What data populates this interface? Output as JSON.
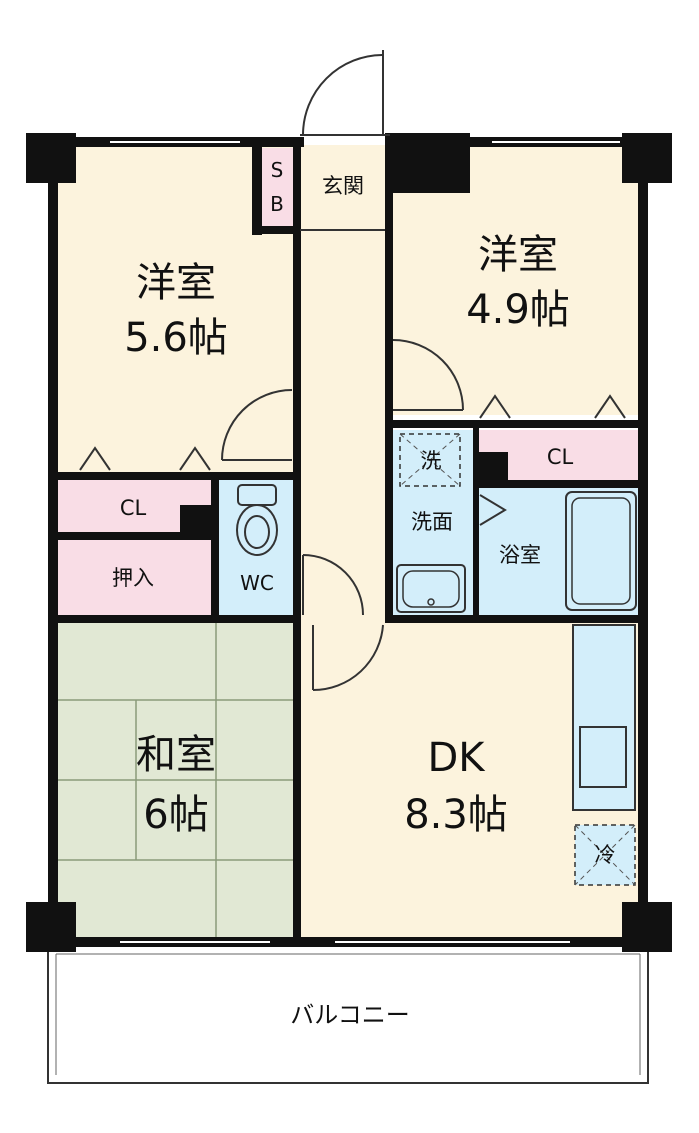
{
  "colors": {
    "wall": "#111111",
    "western_room": "#fcf3dd",
    "closet": "#f9dde6",
    "tatami": "#e1e8d4",
    "wet_area": "#d3eefa",
    "corridor": "#fcf3dd",
    "balcony": "#ffffff"
  },
  "rooms": {
    "west_room_1": {
      "name": "洋室",
      "size": "5.6帖"
    },
    "west_room_2": {
      "name": "洋室",
      "size": "4.9帖"
    },
    "japanese_room": {
      "name": "和室",
      "size": "6帖"
    },
    "dk": {
      "name": "DK",
      "size": "8.3帖"
    },
    "bath": {
      "name": "浴室"
    },
    "washroom": {
      "name": "洗面"
    },
    "washer": {
      "name": "洗"
    },
    "toilet": {
      "name": "WC"
    },
    "entrance": {
      "name": "玄関"
    },
    "shoe_box": {
      "line1": "S",
      "line2": "B"
    },
    "closet_left": {
      "name": "CL"
    },
    "closet_right": {
      "name": "CL"
    },
    "oshiire": {
      "name": "押入"
    },
    "fridge": {
      "name": "冷"
    },
    "balcony": {
      "name": "バルコニー"
    }
  }
}
